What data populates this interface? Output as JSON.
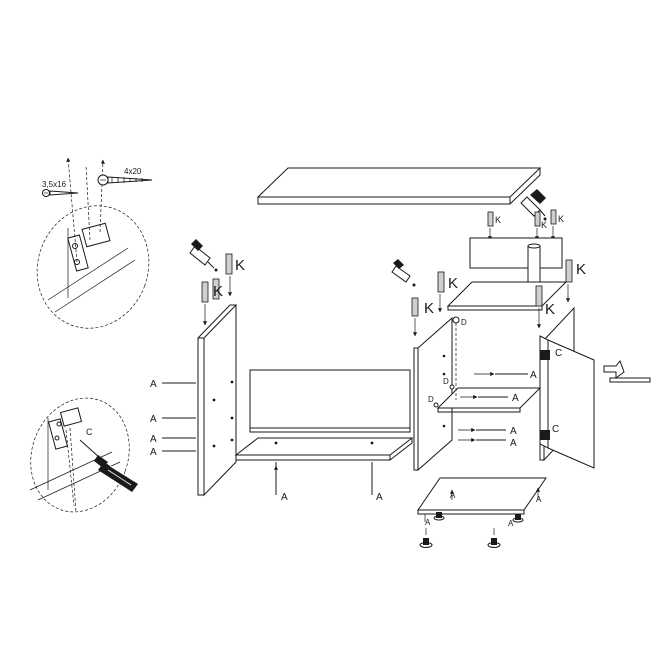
{
  "labels": {
    "screw_small": "3,5x16",
    "screw_long": "4x20",
    "dowel": "K",
    "cam": "A",
    "hinge": "C",
    "pin": "D"
  },
  "colors": {
    "line": "#1a1a1a",
    "panel": "#ffffff",
    "hardware": "#cfcfcf"
  },
  "icons": [
    "glue-bottle-icon",
    "wooden-dowel-icon",
    "screw-icon",
    "screwdriver-icon",
    "hinge-icon",
    "handle-icon",
    "adjustable-foot-icon"
  ]
}
